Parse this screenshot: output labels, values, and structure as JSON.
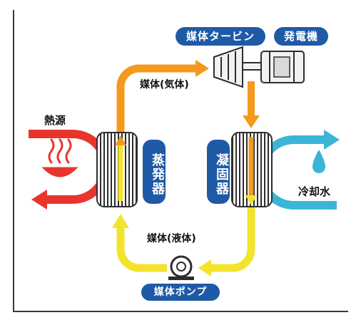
{
  "labels": {
    "turbine": "媒体タービン",
    "generator": "発電機",
    "vapor": "媒体(気体)",
    "heat_source": "熱源",
    "evaporator": "蒸発器",
    "condenser": "凝固器",
    "cooling_water": "冷却水",
    "liquid": "媒体(液体)",
    "pump": "媒体ポンプ"
  },
  "colors": {
    "hot": "#e8352c",
    "vapor": "#f39a1e",
    "liquid": "#f4e32d",
    "cold": "#3bb5d6",
    "label_bg": "#1f5aa6"
  },
  "icons": [
    "heat-icon",
    "water-drop-icon",
    "pump-icon",
    "turbine-icon",
    "generator-icon"
  ]
}
